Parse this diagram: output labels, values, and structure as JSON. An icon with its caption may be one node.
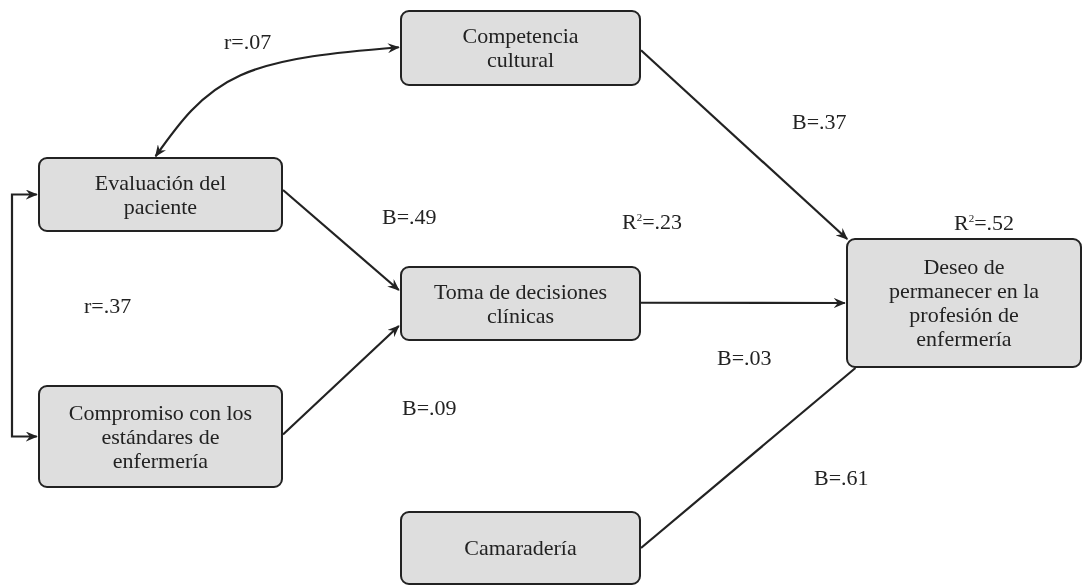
{
  "diagram": {
    "nodes": [
      {
        "text": [
          "Competencia cultural"
        ]
      },
      {
        "text": [
          "Evaluación del paciente"
        ]
      },
      {
        "text": [
          "Toma de decisiones clínicas"
        ],
        "beside": [
          "R$^{2}$=.23"
        ]
      },
      {
        "text": [
          "Deseo de permanecer en la profesión de enfermería"
        ],
        "beside": [
          "R$^{2}$=.52"
        ]
      },
      {
        "text": [
          "Compromiso con los estándares de enfermería"
        ]
      },
      {
        "text": [
          "Camaradería"
        ]
      }
    ],
    "edges": [
      {
        "from": 1,
        "to": 0,
        "arrow": "both",
        "label": "r=.07"
      },
      {
        "from": 1,
        "to": 4,
        "arrow": "both",
        "label": "r=.37"
      },
      {
        "from": 1,
        "to": 2,
        "arrow": "to",
        "label": "B=.49"
      },
      {
        "from": 4,
        "to": 2,
        "arrow": "to",
        "label": "B=.09"
      },
      {
        "from": 0,
        "to": 3,
        "arrow": "to",
        "label": "B=.37"
      },
      {
        "from": 2,
        "to": 3,
        "arrow": "to",
        "label": "B=.03"
      },
      {
        "from": 5,
        "to": 3,
        "arrow": "none",
        "label": "B=.61"
      }
    ]
  }
}
